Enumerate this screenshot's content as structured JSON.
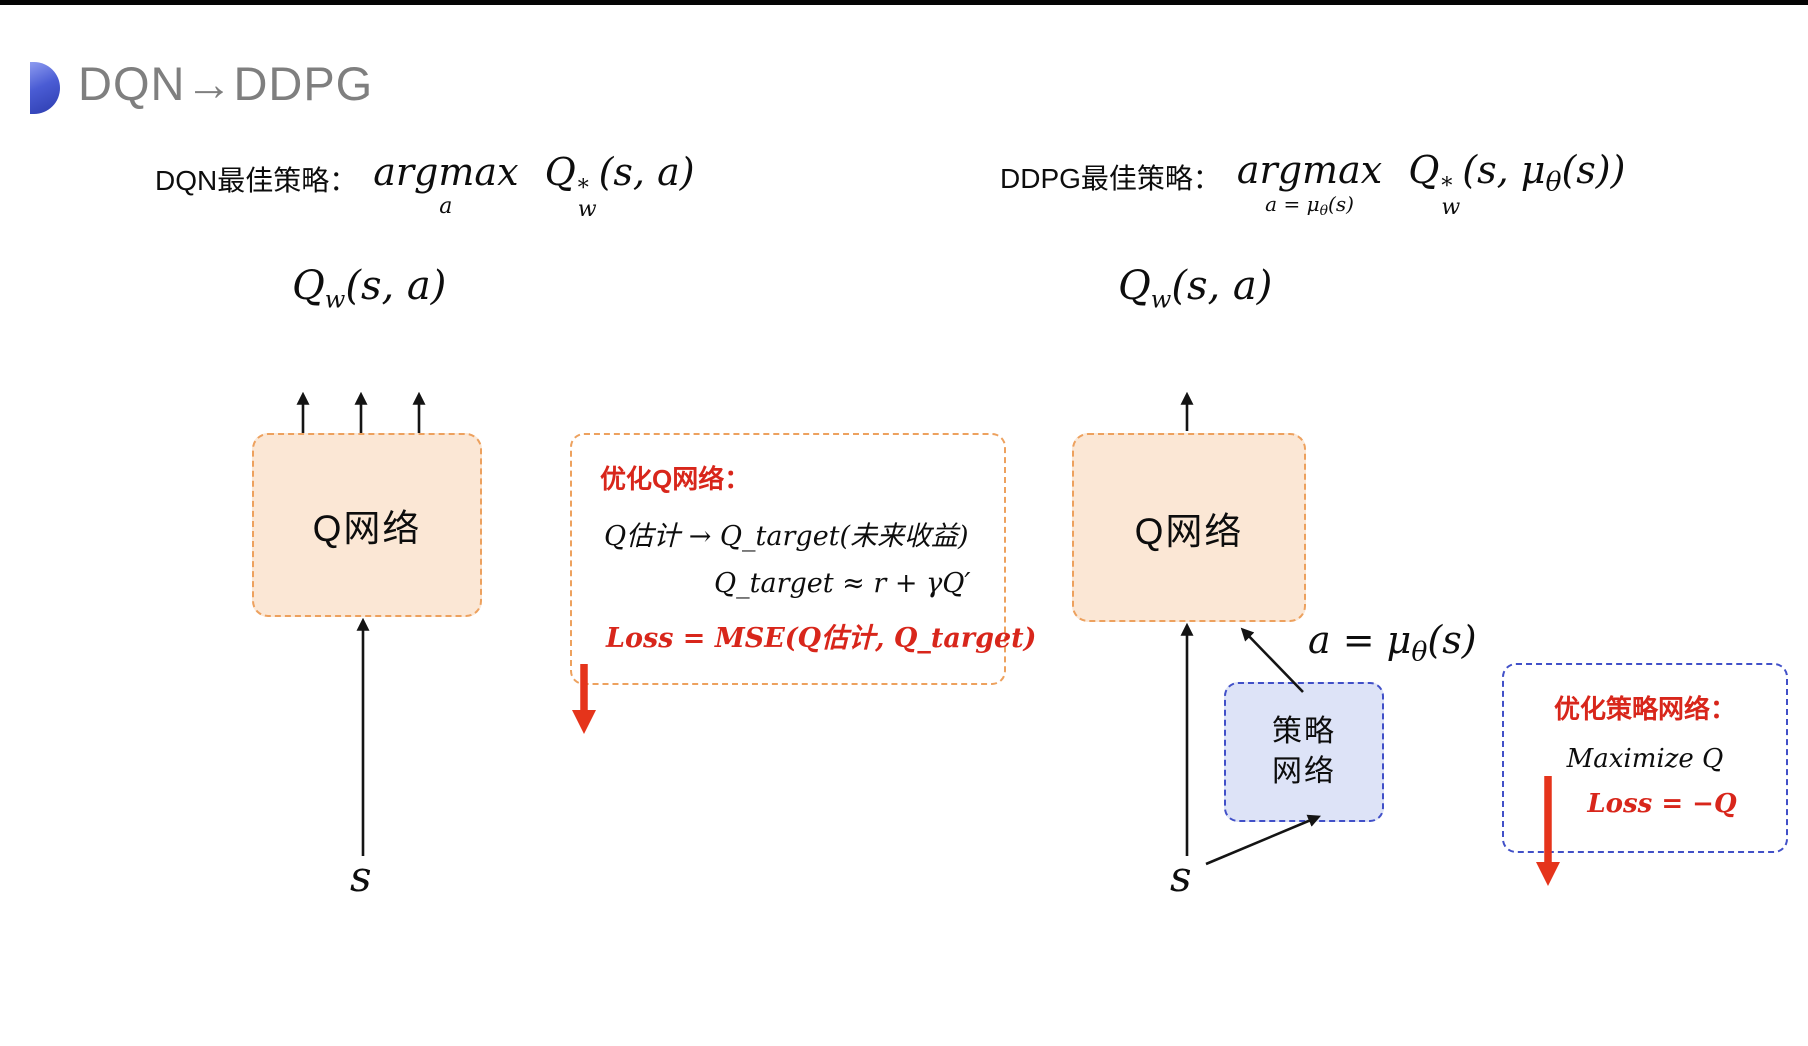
{
  "title": "DQN→DDPG",
  "dqn": {
    "policy_label": "DQN最佳策略：",
    "argmax": "argmax",
    "argmax_under": "a",
    "q_base": "Q",
    "q_sup": "*",
    "q_sub": "w",
    "q_args": "(s, a)"
  },
  "ddpg": {
    "policy_label": "DDPG最佳策略：",
    "argmax": "argmax",
    "under_pre": "a = μ",
    "under_sub": "θ",
    "under_post": "(s)",
    "q_base": "Q",
    "q_sup": "*",
    "q_sub": "w",
    "q_args_pre": "(s, μ",
    "q_args_sub": "θ",
    "q_args_post": "(s))"
  },
  "left_diagram": {
    "output_q": "Q",
    "output_sub": "w",
    "output_args": "(s, a)",
    "qnet_label": "Q网络",
    "state_label": "s"
  },
  "right_diagram": {
    "output_q": "Q",
    "output_sub": "w",
    "output_args": "(s, a)",
    "qnet_label": "Q网络",
    "policy_net_label": "策略\n网络",
    "action_pre": "a = μ",
    "action_sub": "θ",
    "action_post": "(s)",
    "state_label": "s"
  },
  "q_opt_box": {
    "title": "优化Q网络：",
    "line1": "Q估计 → Q_target(未来收益)",
    "line2": "Q_target ≈ r + γQ′",
    "line3": "Loss = MSE(Q估计, Q_target)"
  },
  "policy_opt_box": {
    "title": "优化策略网络：",
    "line1": "Maximize Q",
    "line2": "Loss = −Q"
  },
  "colors": {
    "peach_fill": "#fbe7d5",
    "orange_border": "#eda15e",
    "lavender_fill": "#dde3f7",
    "blue_border": "#4150c8",
    "red": "#d8261b",
    "red_arrow": "#e5341b",
    "title_gray": "#7f7f7f"
  }
}
